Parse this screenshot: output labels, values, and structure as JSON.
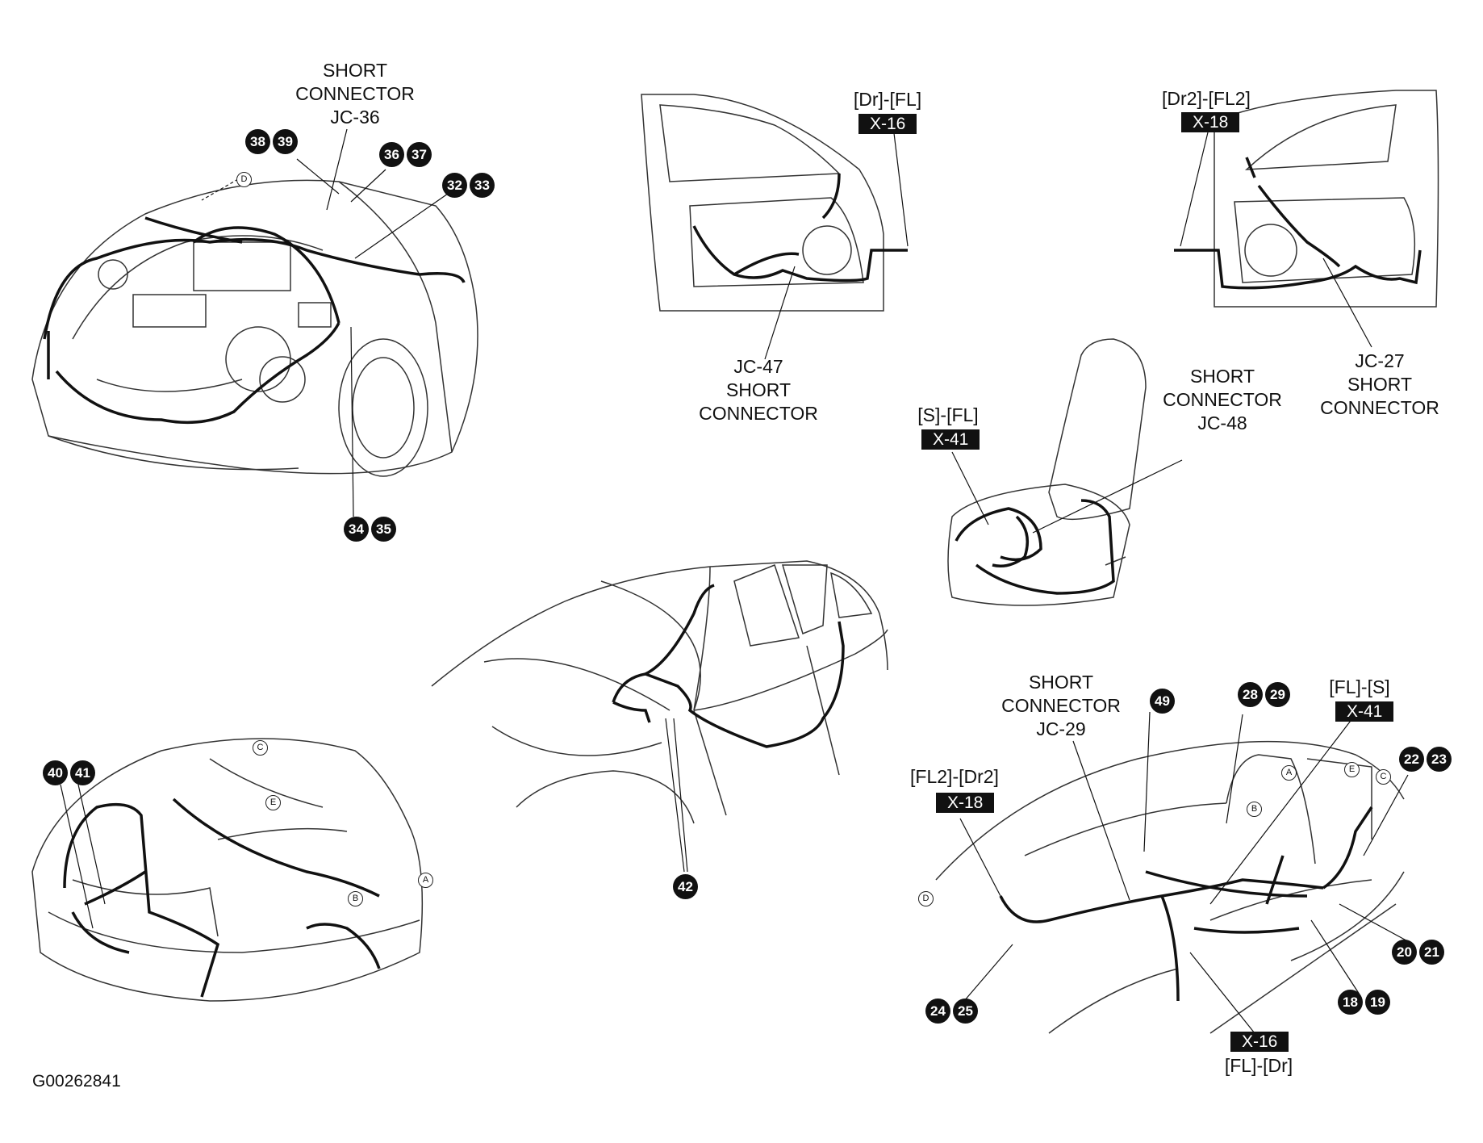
{
  "figure_code": "G00262841",
  "panels": {
    "engine_bay": {
      "label_lines": [
        "SHORT",
        "CONNECTOR",
        "JC-36"
      ],
      "markers": [
        "38",
        "39",
        "36",
        "37",
        "32",
        "33",
        "34",
        "35"
      ],
      "callout": "D"
    },
    "driver_door": {
      "connector_name": "[Dr]-[FL]",
      "connector_code": "X-16",
      "short_lines": [
        "JC-47",
        "SHORT",
        "CONNECTOR"
      ]
    },
    "rear_door": {
      "connector_name": "[Dr2]-[FL2]",
      "connector_code": "X-18",
      "short_lines": [
        "JC-27",
        "SHORT",
        "CONNECTOR"
      ]
    },
    "seat": {
      "connector_name": "[S]-[FL]",
      "connector_code": "X-41",
      "short_lines": [
        "SHORT",
        "CONNECTOR",
        "JC-48"
      ]
    },
    "side_view": {
      "marker": "42"
    },
    "rear_trunk": {
      "markers": [
        "40",
        "41"
      ],
      "callouts": [
        "C",
        "E",
        "B",
        "A"
      ]
    },
    "floor": {
      "short_lines": [
        "SHORT",
        "CONNECTOR",
        "JC-29"
      ],
      "left_connector_name": "[FL2]-[Dr2]",
      "left_connector_code": "X-18",
      "right_connector_name": "[FL]-[S]",
      "right_connector_code": "X-41",
      "bottom_connector_code": "X-16",
      "bottom_connector_name": "[FL]-[Dr]",
      "markers": [
        "49",
        "28",
        "29",
        "22",
        "23",
        "20",
        "21",
        "18",
        "19",
        "24",
        "25"
      ],
      "callouts": [
        "A",
        "B",
        "E",
        "C",
        "D"
      ]
    }
  }
}
